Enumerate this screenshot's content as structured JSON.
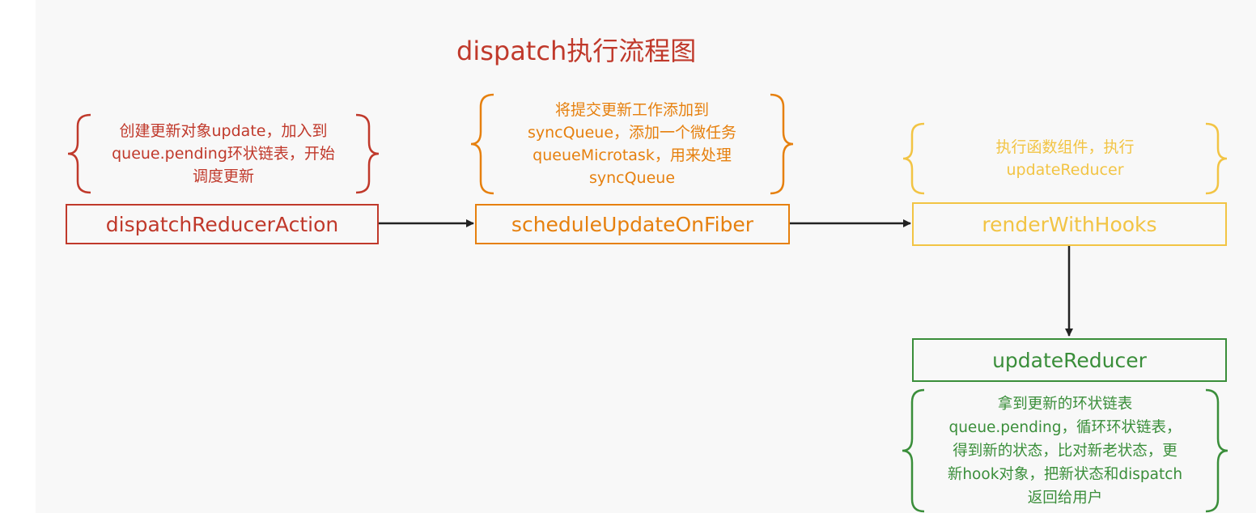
{
  "diagram": {
    "title": "dispatch执行流程图",
    "colors": {
      "red": "#c0392b",
      "orange": "#e6800e",
      "yellow": "#f2c444",
      "green": "#3a8e3a",
      "arrow": "#222222"
    },
    "nodes": {
      "dispatch": {
        "label": "dispatchReducerAction"
      },
      "schedule": {
        "label": "scheduleUpdateOnFiber"
      },
      "render": {
        "label": "renderWithHooks"
      },
      "update": {
        "label": "updateReducer"
      }
    },
    "notes": {
      "dispatch": [
        "创建更新对象update，加入到",
        "queue.pending环状链表，开始",
        "调度更新"
      ],
      "schedule": [
        "将提交更新工作添加到",
        "syncQueue，添加一个微任务",
        "queueMicrotask，用来处理",
        "syncQueue"
      ],
      "render": [
        "执行函数组件，执行",
        "updateReducer"
      ],
      "update": [
        "拿到更新的环状链表",
        "queue.pending，循环环状链表，",
        "得到新的状态，比对新老状态，更",
        "新hook对象，把新状态和dispatch",
        "返回给用户"
      ]
    }
  }
}
